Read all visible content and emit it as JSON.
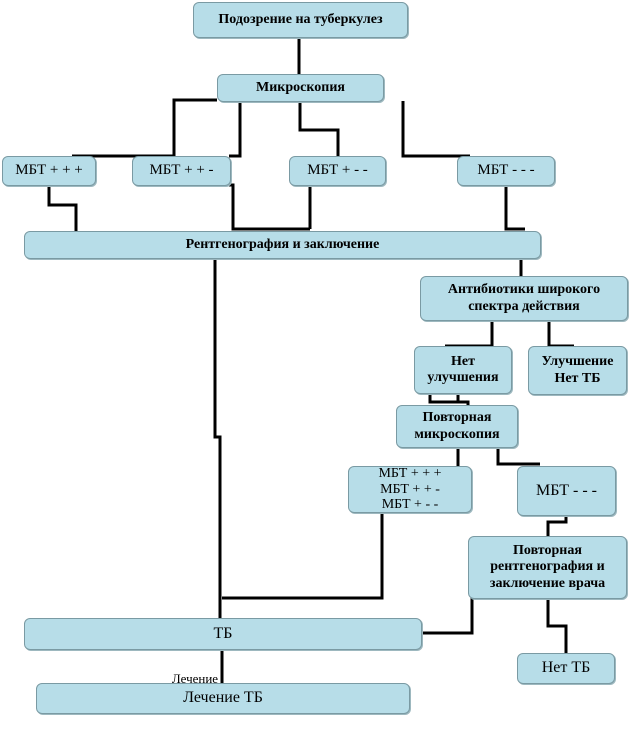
{
  "nodes": {
    "suspicion": "Подозрение на туберкулез",
    "microscopy": "Микроскопия",
    "mbt_3": "МБТ + + +",
    "mbt_2": "МБТ + + -",
    "mbt_1": "МБТ + - -",
    "mbt_0": "МБТ - - -",
    "xray": "Рентгенография и заключение",
    "antibiotics": "Антибиотики широкого\nспектра действия",
    "no_improvement": "Нет\nулучшения",
    "improvement": "Улучшение\nНет ТБ",
    "repeat_microscopy": "Повторная\nмикроскопия",
    "mbt_positive_group": "МБТ + + +\nМБТ + + -\nМБТ + - -",
    "mbt_negative": "МБТ - - -",
    "repeat_xray": "Повторная\nрентгенография и\nзаключение врача",
    "tb": "ТБ",
    "no_tb": "Нет ТБ",
    "treatment": "Лечение ТБ",
    "treatment_overlap": "Лечение\nТБ"
  },
  "colors": {
    "box_fill": "#b7dde8",
    "box_border": "#7a9aa3",
    "connector": "#000000"
  }
}
